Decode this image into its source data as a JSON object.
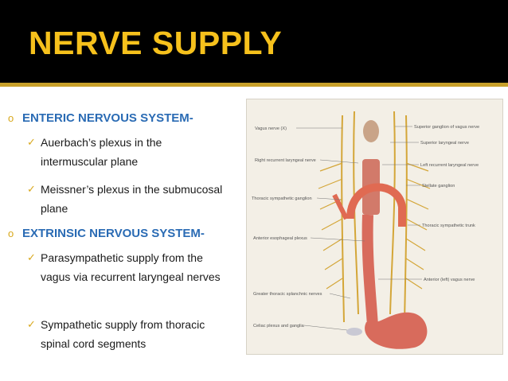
{
  "title": "NERVE SUPPLY",
  "colors": {
    "header_bg": "#000000",
    "title": "#f6c11c",
    "heading": "#2a6bb4",
    "bullet": "#d8a81c",
    "rule": "#c8a02a"
  },
  "bullets": [
    {
      "glyph": "o",
      "text": "ENTERIC NERVOUS SYSTEM-"
    },
    {
      "glyph": "o",
      "text": "EXTRINSIC NERVOUS SYSTEM-"
    }
  ],
  "subs": [
    {
      "glyph": "✓",
      "text": "Auerbach’s plexus in the intermuscular plane"
    },
    {
      "glyph": "✓",
      "text": "Meissner’s plexus in the submucosal plane"
    },
    {
      "glyph": "✓",
      "text": "Parasympathetic supply from the vagus via recurrent laryngeal nerves"
    },
    {
      "glyph": "✓",
      "text": "Sympathetic supply from thoracic spinal cord segments"
    }
  ],
  "figure": {
    "labels_left": [
      "Vagus nerve (X)",
      "Right recurrent laryngeal nerve",
      "Thoracic sympathetic ganglion",
      "Anterior esophageal plexus",
      "Greater thoracic splanchnic nerves",
      "Celiac plexus and ganglia"
    ],
    "labels_right": [
      "Superior ganglion of vagus nerve",
      "Superior laryngeal nerve",
      "Left recurrent laryngeal nerve",
      "Stellate ganglion",
      "Thoracic sympathetic trunk",
      "Anterior (left) vagus nerve"
    ]
  }
}
